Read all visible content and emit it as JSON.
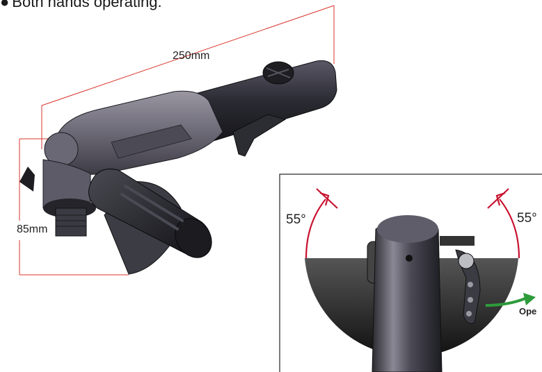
{
  "heading": {
    "bullet": "●",
    "text": "Both hands operating."
  },
  "dimensions": {
    "length": "250mm",
    "height": "85mm"
  },
  "guard_inset": {
    "angle_left": "55°",
    "angle_right": "55°",
    "open_label": "Ope"
  },
  "colors": {
    "dimension_line": "#d9342b",
    "angle_arrow": "#c8102e",
    "open_arrow": "#2e9b3b",
    "tool_body": "#2b2b33",
    "grip": "#6e6b78"
  }
}
